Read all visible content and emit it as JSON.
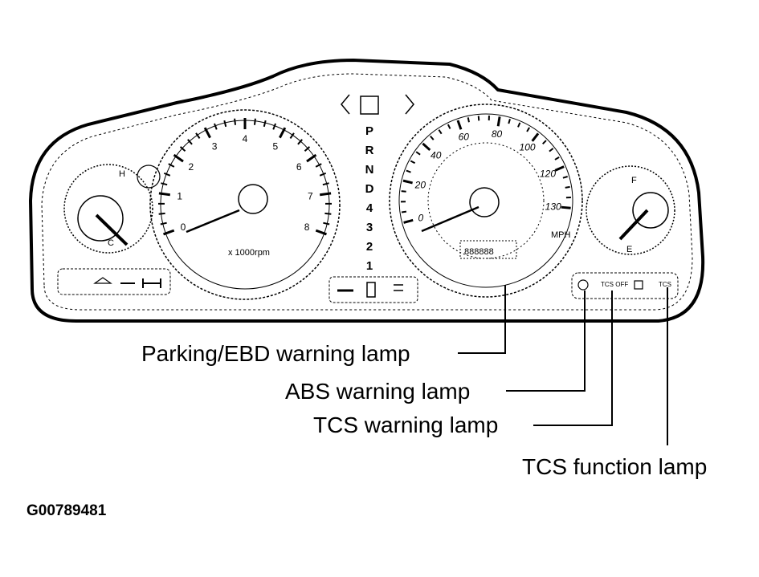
{
  "callouts": {
    "parking_ebd": "Parking/EBD warning lamp",
    "abs": "ABS warning lamp",
    "tcs_warning": "TCS warning lamp",
    "tcs_function": "TCS function lamp"
  },
  "figure_code": "G00789481",
  "tachometer": {
    "ticks": [
      "0",
      "1",
      "2",
      "3",
      "4",
      "5",
      "6",
      "7",
      "8"
    ],
    "unit": "x 1000rpm"
  },
  "speedometer": {
    "ticks": [
      "0",
      "20",
      "40",
      "60",
      "80",
      "100",
      "120",
      "130"
    ],
    "unit": "MPH",
    "odometer": "888888"
  },
  "gear_indicator": [
    "P",
    "R",
    "N",
    "D",
    "4",
    "3",
    "2",
    "1"
  ],
  "temp_gauge": {
    "high": "H",
    "low": "C"
  },
  "fuel_gauge": {
    "full": "F",
    "empty": "E"
  },
  "right_lamps": [
    "TCS OFF",
    "TCS"
  ]
}
